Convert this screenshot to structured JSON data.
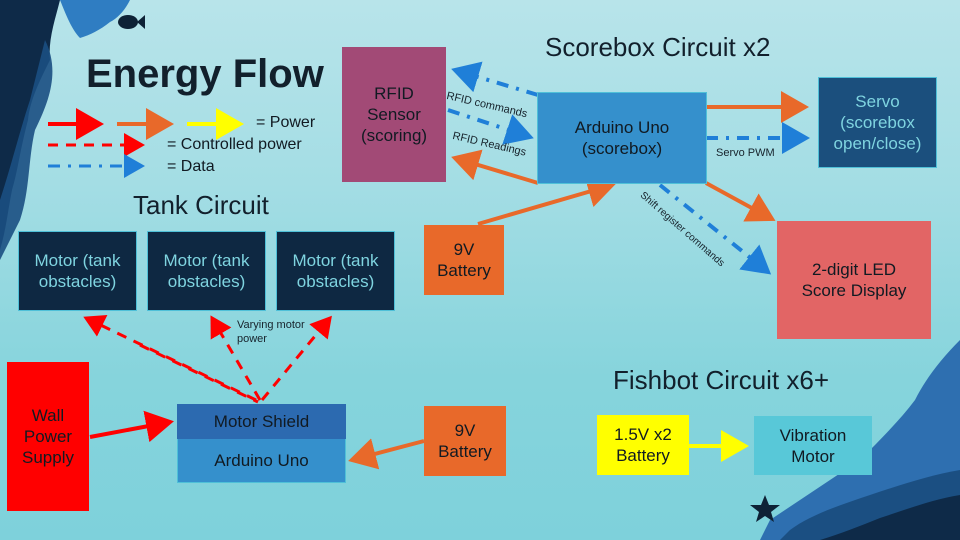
{
  "title": "Energy Flow",
  "legend": {
    "power": "= Power",
    "controlled_power": "= Controlled power",
    "data": "= Data"
  },
  "colors": {
    "power_red": "#ff0000",
    "power_orange": "#e8692a",
    "power_yellow": "#ffff00",
    "controlled_red": "#ff0000",
    "data_blue": "#1f7fd8"
  },
  "scorebox": {
    "title": "Scorebox Circuit x2",
    "rfid": "RFID\nSensor\n(scoring)",
    "arduino": "Arduino Uno\n(scorebox)",
    "servo": "Servo\n(scorebox\nopen/close)",
    "battery": "9V\nBattery",
    "led": "2-digit LED\nScore Display",
    "labels": {
      "rfid_commands": "RFID commands",
      "rfid_readings": "RFID Readings",
      "servo_pwm": "Servo PWM",
      "shift_register": "Shift register commands"
    }
  },
  "tank": {
    "title": "Tank Circuit",
    "motors": [
      "Motor (tank\nobstacles)",
      "Motor (tank\nobstacles)",
      "Motor (tank\nobstacles)"
    ],
    "varying_label": "Varying motor\npower",
    "wall_power": "Wall\nPower\nSupply",
    "motor_shield": "Motor Shield",
    "arduino": "Arduino Uno",
    "battery": "9V\nBattery"
  },
  "fishbot": {
    "title": "Fishbot Circuit x6+",
    "battery": "1.5V x2\nBattery",
    "motor": "Vibration\nMotor"
  }
}
